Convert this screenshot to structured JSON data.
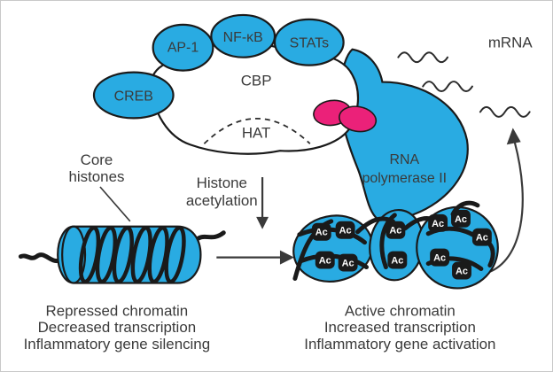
{
  "colors": {
    "blue": "#29ABE2",
    "magenta": "#EB2179",
    "dark": "#1a1a1a",
    "text": "#3a3a3a"
  },
  "complex": {
    "creb_label": "CREB",
    "ap1_label": "AP-1",
    "nfkb_label": "NF-κB",
    "stats_label": "STATs",
    "cbp_label": "CBP",
    "hat_label": "HAT",
    "rna_pol_line1": "RNA",
    "rna_pol_line2": "polymerase II"
  },
  "mrna": {
    "label": "mRNA"
  },
  "core_histones": {
    "line1": "Core",
    "line2": "histones"
  },
  "histone_acetylation": {
    "line1": "Histone",
    "line2": "acetylation"
  },
  "active_chromatin_marks": {
    "ac_label": "Ac"
  },
  "repressed_caption": {
    "line1": "Repressed chromatin",
    "line2": "Decreased transcription",
    "line3": "Inflammatory gene silencing"
  },
  "active_caption": {
    "line1": "Active chromatin",
    "line2": "Increased transcription",
    "line3": "Inflammatory gene activation"
  }
}
